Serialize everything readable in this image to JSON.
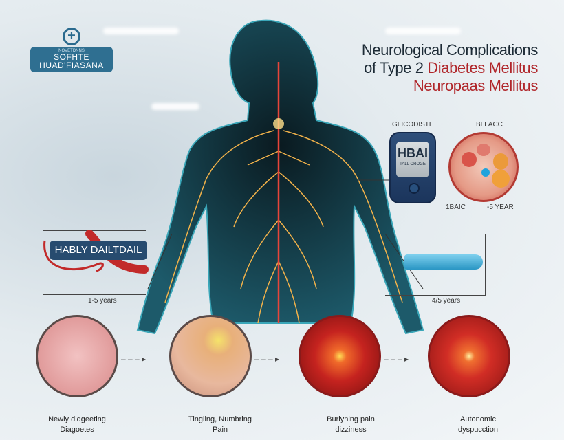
{
  "logo": {
    "small_text": "NOVETDNNS",
    "line1": "SOFHTE",
    "line2": "HUAD'FIASANA"
  },
  "title": {
    "line1": "Neurological Complications",
    "line2_a": "of Type 2 ",
    "line2_b": "Diabetes Mellitus",
    "line3": "Neuropaas Mellitus"
  },
  "right_panel": {
    "meter_label": "GLICODISTE",
    "meter_screen": "HBAI",
    "meter_subscreen": "TALL OROGE",
    "meter_caption": "1BAIC",
    "dish_label": "BLLACC",
    "dish_caption": "-5 YEAR",
    "nerve_caption": "4/5 years"
  },
  "left_panel": {
    "banner": "HABLY DAILTDAIL",
    "caption": "1-5 years"
  },
  "stages": [
    {
      "line1": "Newly diqgeeting",
      "line2": "Diagoetes"
    },
    {
      "line1": "Tingling, Numbring",
      "line2": "Pain"
    },
    {
      "line1": "Buriyning pain",
      "line2": "dizziness"
    },
    {
      "line1": "Autonomic",
      "line2": "dyspucction"
    }
  ],
  "colors": {
    "accent_red": "#b0262a",
    "nerve": "#f2b24a",
    "body": "#0c2a35"
  }
}
